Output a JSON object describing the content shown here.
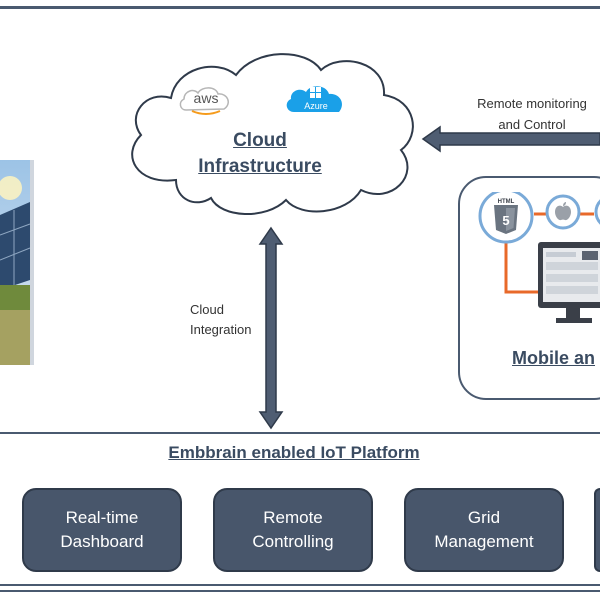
{
  "cloud": {
    "title_line1": "Cloud",
    "title_line2": "Infrastructure",
    "aws": "aws",
    "azure": "Azure"
  },
  "arrows": {
    "remote_line1": "Remote monitoring",
    "remote_line2": "and Control",
    "cloud_int_line1": "Cloud",
    "cloud_int_line2": "Integration"
  },
  "mobile": {
    "label": "Mobile an",
    "html_badge": "HTML"
  },
  "platform": {
    "title": "Embbrain enabled IoT Platform",
    "modules": [
      {
        "line1": "Real-time",
        "line2": "Dashboard"
      },
      {
        "line1": "Remote",
        "line2": "Controlling"
      },
      {
        "line1": "Grid",
        "line2": "Management"
      }
    ]
  },
  "colors": {
    "dark_slate": "#48566b",
    "frame": "#4a5a70",
    "azure_blue": "#1aa0e8",
    "connector_orange": "#e8692a",
    "circle_blue": "#7aaad8"
  }
}
